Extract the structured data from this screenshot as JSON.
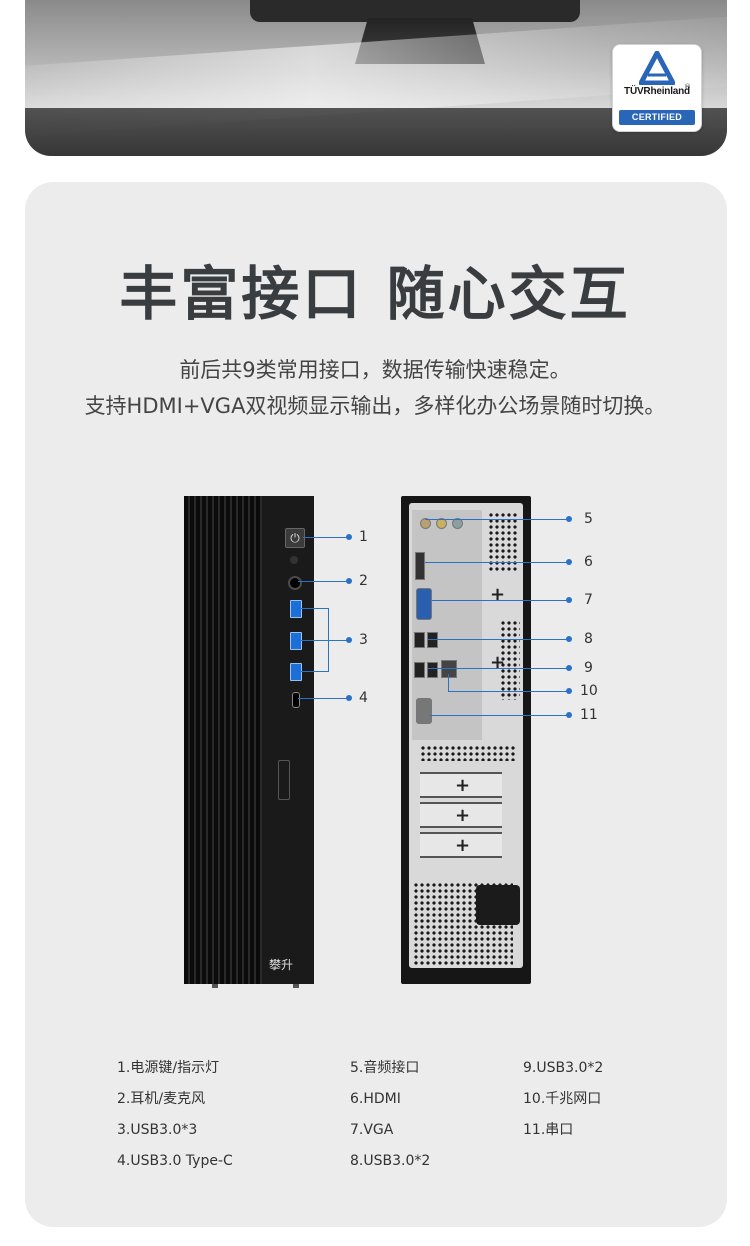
{
  "certification": {
    "brand": "TÜVRheinland",
    "badge": "CERTIFIED",
    "reg_mark": "®"
  },
  "headline": "丰富接口 随心交互",
  "subtitle": {
    "line1": "前后共9类常用接口，数据传输快速稳定。",
    "line2": "支持HDMI+VGA双视频显示输出，多样化办公场景随时切换。"
  },
  "front_pc": {
    "power_symbol": "⏻",
    "logo_text": "攀升"
  },
  "callouts": [
    "1",
    "2",
    "3",
    "4",
    "5",
    "6",
    "7",
    "8",
    "9",
    "10",
    "11"
  ],
  "legend": {
    "col1": [
      "1.电源键/指示灯",
      "2.耳机/麦克风",
      "3.USB3.0*3",
      "4.USB3.0 Type-C"
    ],
    "col2": [
      "5.音频接口",
      "6.HDMI",
      "7.VGA",
      "8.USB3.0*2"
    ],
    "col3": [
      "9.USB3.0*2",
      "10.千兆网口",
      "11.串口"
    ]
  },
  "colors": {
    "accent_blue": "#2a71c8",
    "card_bg": "#ececec",
    "headline": "#3a3d40"
  }
}
